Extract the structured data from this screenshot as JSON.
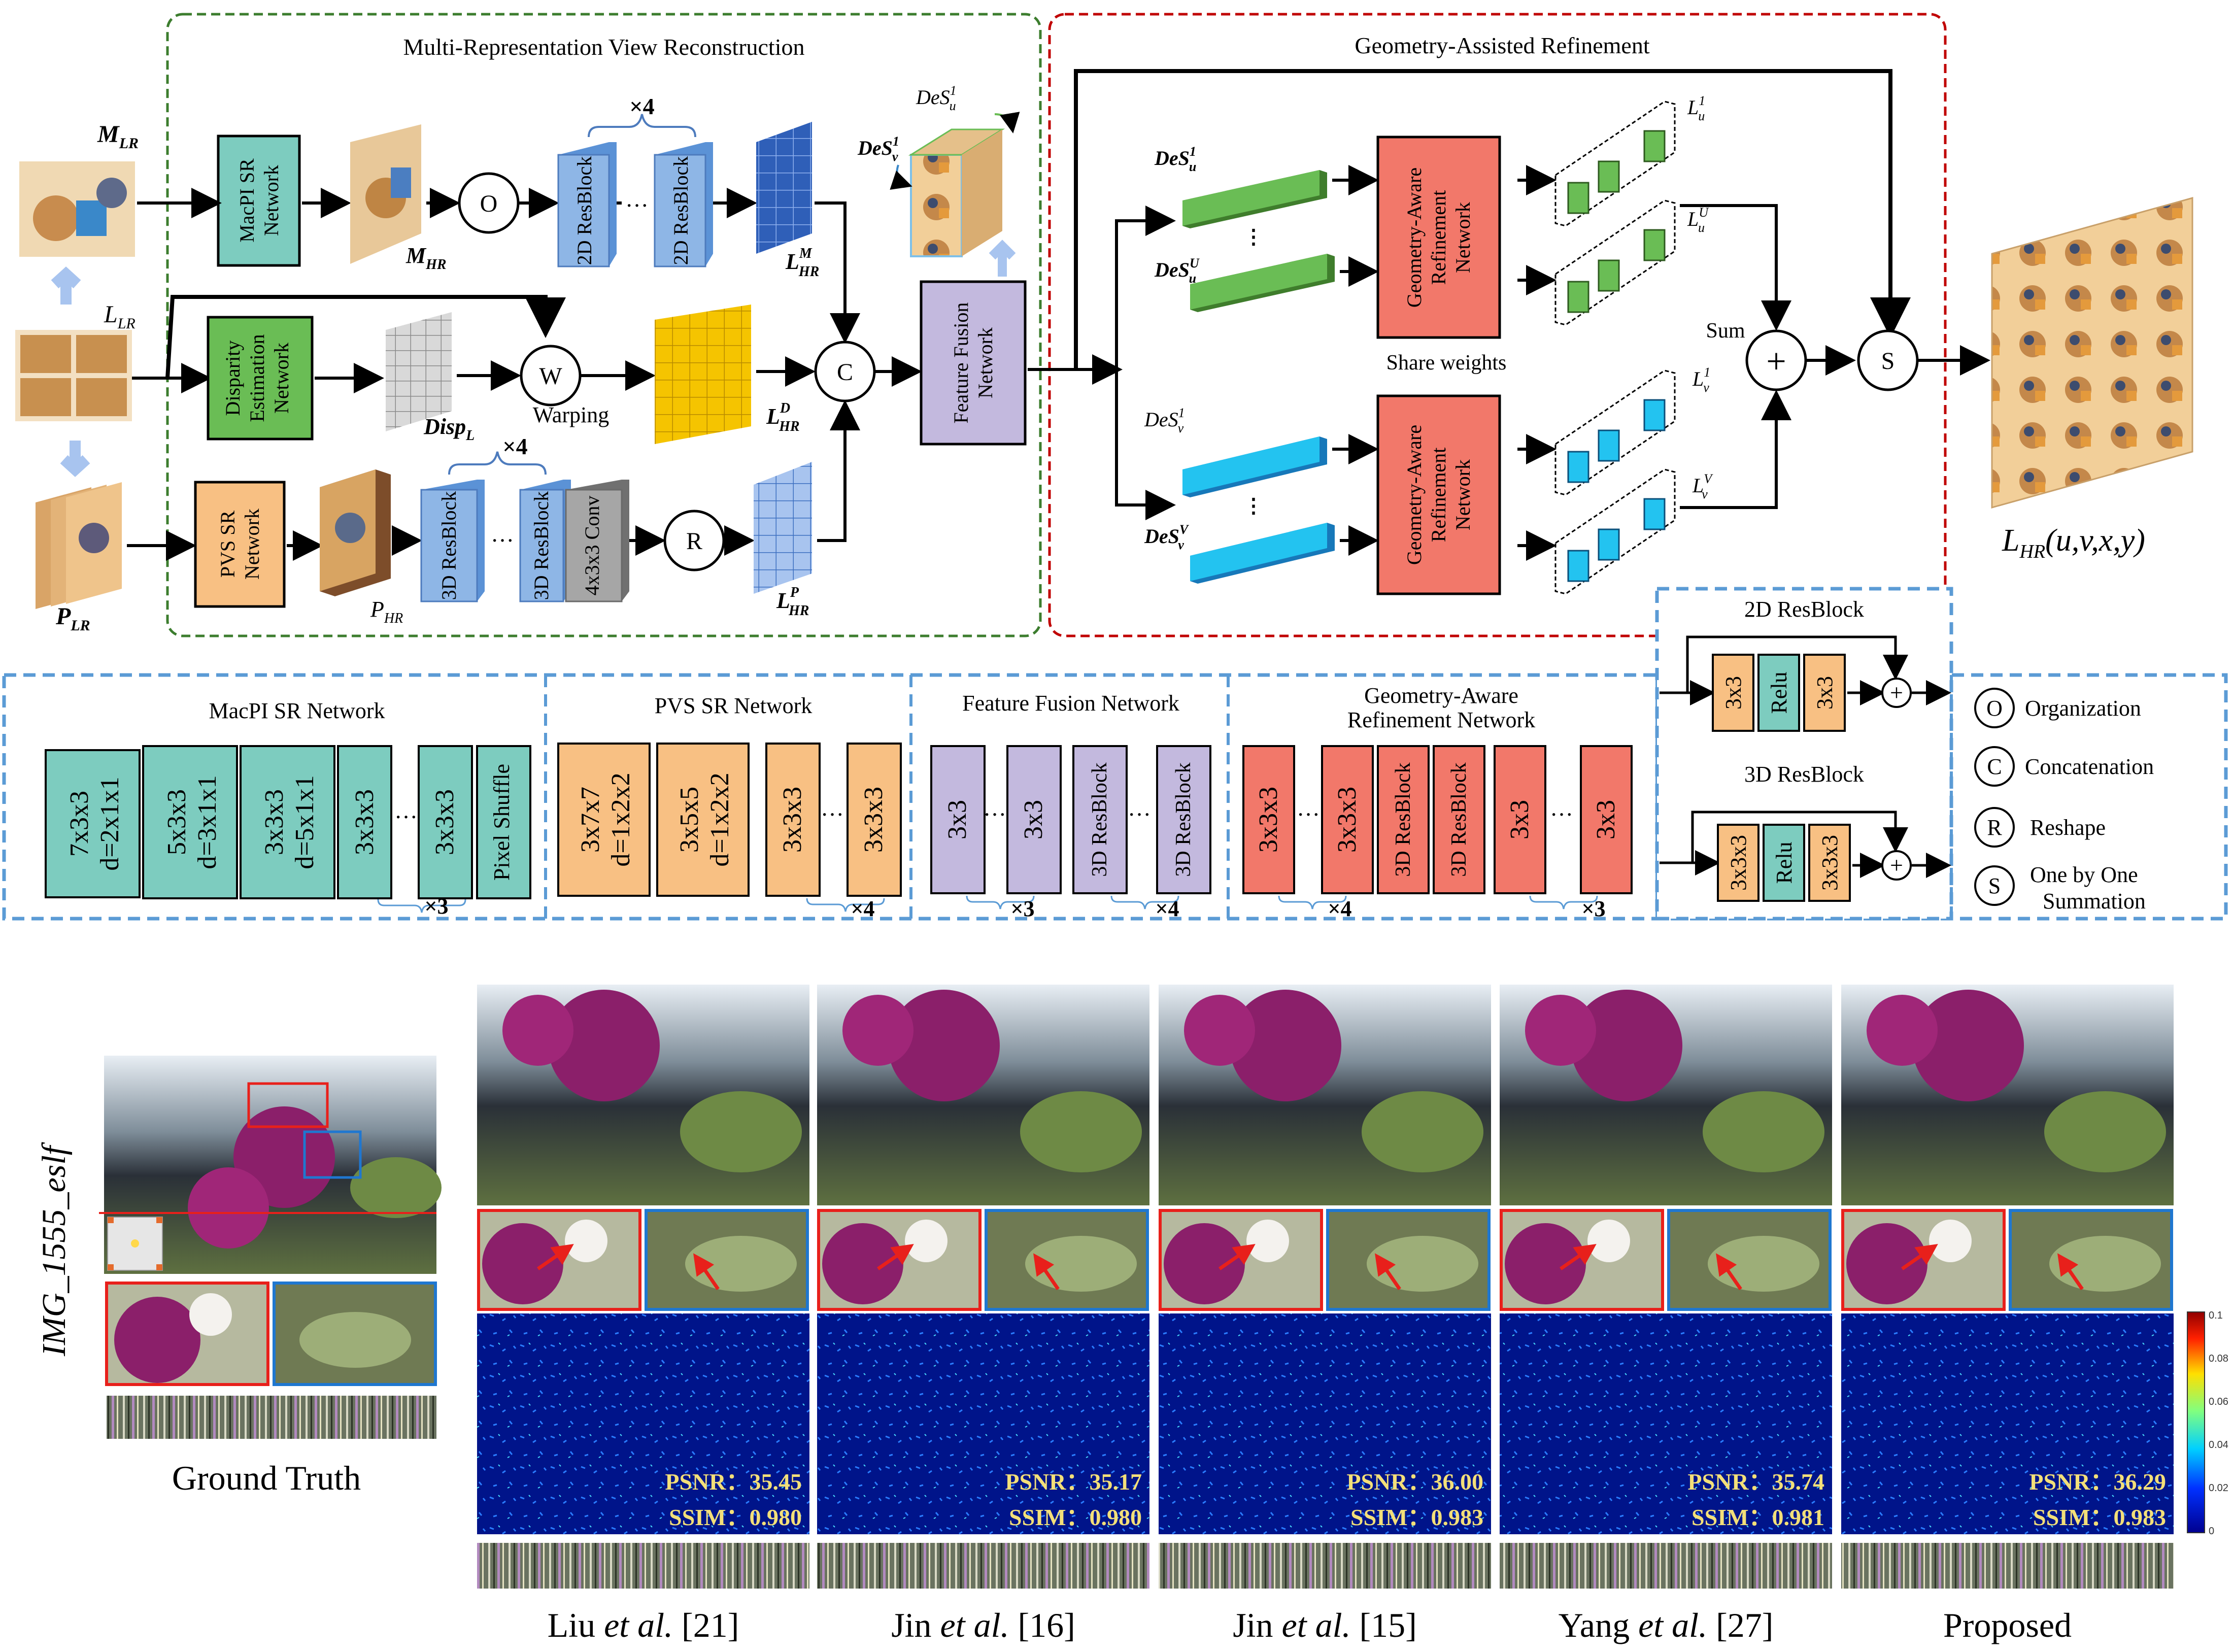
{
  "top": {
    "mrvr_title": "Multi-Representation View Reconstruction",
    "gar_title": "Geometry-Assisted Refinement",
    "m_lr": "M",
    "m_lr_sub": "LR",
    "l_lr": "L",
    "l_lr_sub": "LR",
    "p_lr": "P",
    "p_lr_sub": "LR",
    "m_hr": "M",
    "m_hr_sub": "HR",
    "p_hr": "P",
    "p_hr_sub": "HR",
    "disp": "Disp",
    "disp_sub": "L",
    "macpi_net_l1": "MacPI SR",
    "macpi_net_l2": "Network",
    "disp_net_l1": "Disparity",
    "disp_net_l2": "Estimation",
    "disp_net_l3": "Network",
    "pvs_net_l1": "PVS SR",
    "pvs_net_l2": "Network",
    "ff_net_l1": "Feature Fusion",
    "ff_net_l2": "Network",
    "res2d": "2D ResBlock",
    "res3d": "3D ResBlock",
    "conv433": "4x3x3 Conv",
    "times4": "×4",
    "ellipsis": "···",
    "op_o": "O",
    "op_w": "W",
    "op_c": "C",
    "op_r": "R",
    "op_s": "S",
    "warping": "Warping",
    "l_hr": "L",
    "sup_m": "M",
    "sup_d": "D",
    "sup_p": "P",
    "sub_hr": "HR",
    "des": "DeS",
    "sub_u": "u",
    "sub_v": "v",
    "sup_1": "1",
    "sup_U": "U",
    "sup_V": "V",
    "garn_l1": "Geometry-Aware",
    "garn_l2": "Refinement",
    "garn_l3": "Network",
    "share_weights": "Share weights",
    "sum": "Sum",
    "lu": "L",
    "lv": "L",
    "output": "L",
    "output_sub": "HR",
    "output_args": "(u,v,x,y)"
  },
  "details": {
    "macpi": {
      "title": "MacPI  SR Network",
      "blocks": [
        "7x3x3\nd=2x1x1",
        "5x3x3\nd=3x1x1",
        "3x3x3\nd=5x1x1",
        "3x3x3",
        "3x3x3",
        "Pixel Shuffle"
      ],
      "rep": "×3"
    },
    "pvs": {
      "title": "PVS SR Network",
      "blocks": [
        "3x7x7\nd=1x2x2",
        "3x5x5\nd=1x2x2",
        "3x3x3",
        "3x3x3"
      ],
      "rep": "×4"
    },
    "ff": {
      "title": "Feature Fusion Network",
      "blocks": [
        "3x3",
        "3x3",
        "3D ResBlock",
        "3D ResBlock"
      ],
      "rep1": "×3",
      "rep2": "×4"
    },
    "garn": {
      "title_l1": "Geometry-Aware",
      "title_l2": "Refinement Network",
      "blocks": [
        "3x3x3",
        "3x3x3",
        "3D ResBlock",
        "3D ResBlock",
        "3x3",
        "3x3"
      ],
      "rep1": "×4",
      "rep2": "×3"
    },
    "res2d": {
      "title": "2D ResBlock",
      "blocks": [
        "3x3",
        "Relu",
        "3x3"
      ]
    },
    "res3d": {
      "title": "3D ResBlock",
      "blocks": [
        "3x3x3",
        "Relu",
        "3x3x3"
      ]
    },
    "legend": [
      {
        "sym": "O",
        "text": "Organization"
      },
      {
        "sym": "C",
        "text": "Concatenation"
      },
      {
        "sym": "R",
        "text": "Reshape"
      },
      {
        "sym": "S",
        "text": "One by One",
        "text2": "Summation"
      }
    ]
  },
  "comparison": {
    "scene": "IMG_1555_eslf",
    "gt": "Ground Truth",
    "methods": [
      {
        "name": "Liu",
        "etal": "et al.",
        "ref": "[21]",
        "psnr": "35.45",
        "ssim": "0.980"
      },
      {
        "name": "Jin",
        "etal": "et al.",
        "ref": "[16]",
        "psnr": "35.17",
        "ssim": "0.980"
      },
      {
        "name": "Jin",
        "etal": "et al.",
        "ref": "[15]",
        "psnr": "36.00",
        "ssim": "0.983"
      },
      {
        "name": "Yang",
        "etal": "et al.",
        "ref": "[27]",
        "psnr": "35.74",
        "ssim": "0.981"
      },
      {
        "name": "Proposed",
        "etal": "",
        "ref": "",
        "psnr": "36.29",
        "ssim": "0.983"
      }
    ],
    "psnr_label": "PSNR：",
    "ssim_label": "SSIM：",
    "colorbar_ticks": [
      "0.1",
      "0.08",
      "0.06",
      "0.04",
      "0.02",
      "0"
    ]
  },
  "colors": {
    "teal": "#7dccbf",
    "green": "#6abd55",
    "orange": "#f8c083",
    "lavender": "#c3b9de",
    "salmon": "#f2786a",
    "blue3d": "#8eb6e6",
    "dash_blue": "#5b9bd5",
    "dash_green": "#3c7d2e",
    "dash_red": "#c00000"
  }
}
